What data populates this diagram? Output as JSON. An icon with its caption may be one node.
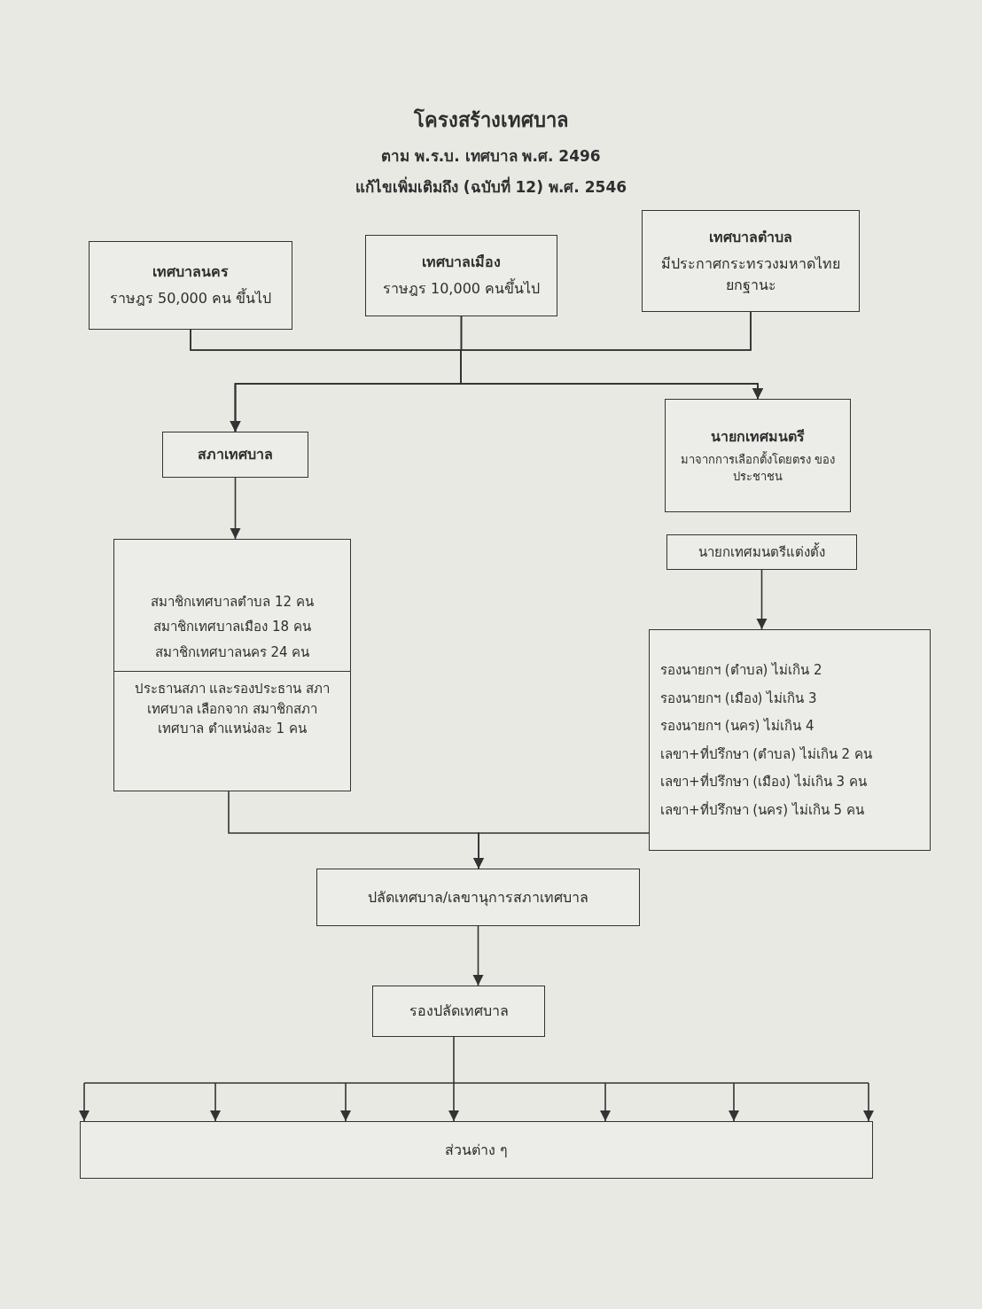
{
  "diagram": {
    "title": "โครงสร้างเทศบาล",
    "labels": [
      "ตาม  พ.ร.บ. เทศบาล พ.ศ. 2496",
      "แก้ไขเพิ่มเติมถึง (ฉบับที่ 12) พ.ศ. 2546"
    ],
    "nodes": [
      {
        "text": [
          "เทศบาลนคร",
          "ราษฎร 50,000 คน ขึ้นไป"
        ]
      },
      {
        "text": [
          "เทศบาลเมือง",
          "ราษฎร 10,000 คนขึ้นไป"
        ]
      },
      {
        "text": [
          "เทศบาลตำบล",
          "มีประกาศกระทรวงมหาดไทย ยกฐานะ"
        ]
      },
      {
        "text": [
          "สภาเทศบาล"
        ]
      },
      {
        "text": [
          "นายกเทศมนตรี",
          "มาจากการเลือกตั้งโดยตรง ของประชาชน"
        ]
      },
      {
        "text": [
          "สมาชิกเทศบาลตำบล 12 คน",
          "สมาชิกเทศบาลเมือง 18 คน",
          "สมาชิกเทศบาลนคร 24 คน",
          "ประธานสภา และรองประธาน สภาเทศบาล เลือกจาก สมาชิกสภาเทศบาล ตำแหน่งละ 1 คน"
        ]
      },
      {
        "text": [
          "นายกเทศมนตรีแต่งตั้ง"
        ]
      },
      {
        "text": [
          "รองนายกฯ (ตำบล) ไม่เกิน 2",
          "รองนายกฯ (เมือง) ไม่เกิน 3",
          "รองนายกฯ (นคร) ไม่เกิน 4",
          "เลขา+ที่ปรึกษา (ตำบล) ไม่เกิน 2 คน",
          "เลขา+ที่ปรึกษา (เมือง) ไม่เกิน 3 คน",
          "เลขา+ที่ปรึกษา (นคร) ไม่เกิน 5 คน"
        ]
      },
      {
        "text": [
          "ปลัดเทศบาล/เลขานุการสภาเทศบาล"
        ]
      },
      {
        "text": [
          "รองปลัดเทศบาล"
        ]
      },
      {
        "text": [
          "ส่วนต่าง ๆ"
        ]
      }
    ],
    "edges": [
      {
        "from": 0,
        "to": 3,
        "arrow": "to"
      },
      {
        "from": 1,
        "to": 3,
        "arrow": "to"
      },
      {
        "from": 2,
        "to": 3,
        "arrow": "to"
      },
      {
        "from": 0,
        "to": 4,
        "arrow": "to"
      },
      {
        "from": 1,
        "to": 4,
        "arrow": "to"
      },
      {
        "from": 2,
        "to": 4,
        "arrow": "to"
      },
      {
        "from": 3,
        "to": 5,
        "arrow": "to"
      },
      {
        "from": 6,
        "to": 7,
        "arrow": "to"
      },
      {
        "from": 5,
        "to": 8,
        "arrow": "to"
      },
      {
        "from": 7,
        "to": 8,
        "arrow": "to"
      },
      {
        "from": 8,
        "to": 9,
        "arrow": "to"
      },
      {
        "from": 9,
        "to": 10,
        "arrow": "to"
      }
    ]
  }
}
